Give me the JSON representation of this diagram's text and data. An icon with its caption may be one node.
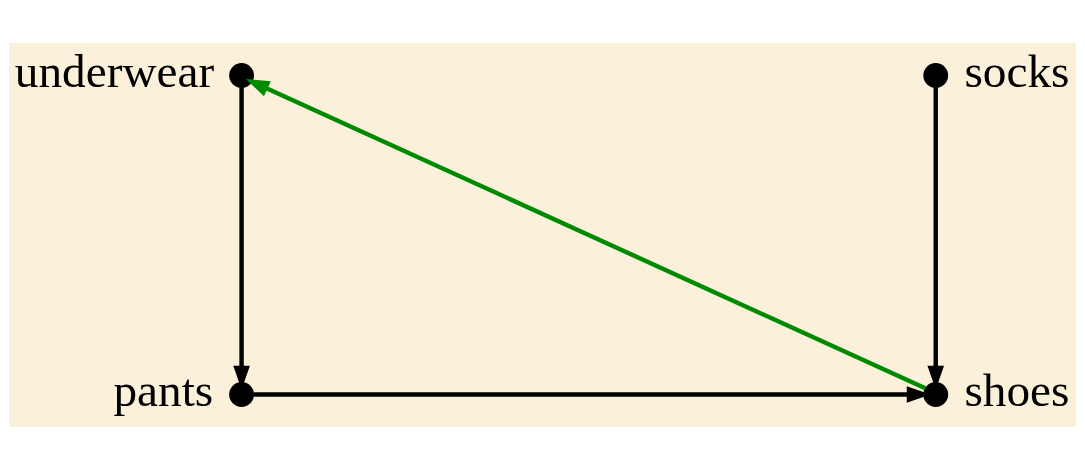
{
  "diagram": {
    "nodes": [
      {
        "text": [],
        "shape": "circle",
        "beside": [
          "underwear"
        ]
      },
      {
        "text": [],
        "shape": "circle",
        "beside": [
          "socks"
        ]
      },
      {
        "text": [],
        "shape": "circle",
        "beside": [
          "pants"
        ]
      },
      {
        "text": [],
        "shape": "circle",
        "beside": [
          "shoes"
        ]
      }
    ],
    "edges": [
      {
        "from": 0,
        "to": 2,
        "arrow": "to"
      },
      {
        "from": 2,
        "to": 3,
        "arrow": "to"
      },
      {
        "from": 1,
        "to": 3,
        "arrow": "to"
      },
      {
        "from": 3,
        "to": 0,
        "arrow": "to",
        "color": "#008a00"
      }
    ]
  }
}
